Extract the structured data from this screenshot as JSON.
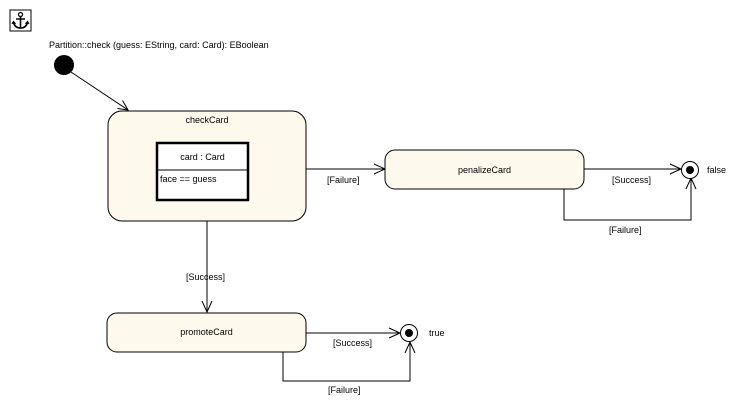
{
  "diagram": {
    "title": "Partition::check (guess: EString, card: Card): EBoolean",
    "nodes": {
      "check_card": {
        "label": "checkCard",
        "inner_box": {
          "header": "card : Card",
          "constraint": "face == guess"
        }
      },
      "penalize_card": {
        "label": "penalizeCard"
      },
      "promote_card": {
        "label": "promoteCard"
      },
      "final_false": {
        "label": "false"
      },
      "final_true": {
        "label": "true"
      }
    },
    "edges": {
      "check_to_penalize": "[Failure]",
      "check_to_promote": "[Success]",
      "penalize_success": "[Success]",
      "penalize_failure": "[Failure]",
      "promote_success": "[Success]",
      "promote_failure": "[Failure]"
    },
    "icons": {
      "anchor": "anchor-icon"
    },
    "colors": {
      "node_fill": "#fdf9ec",
      "stroke": "#000000"
    }
  }
}
